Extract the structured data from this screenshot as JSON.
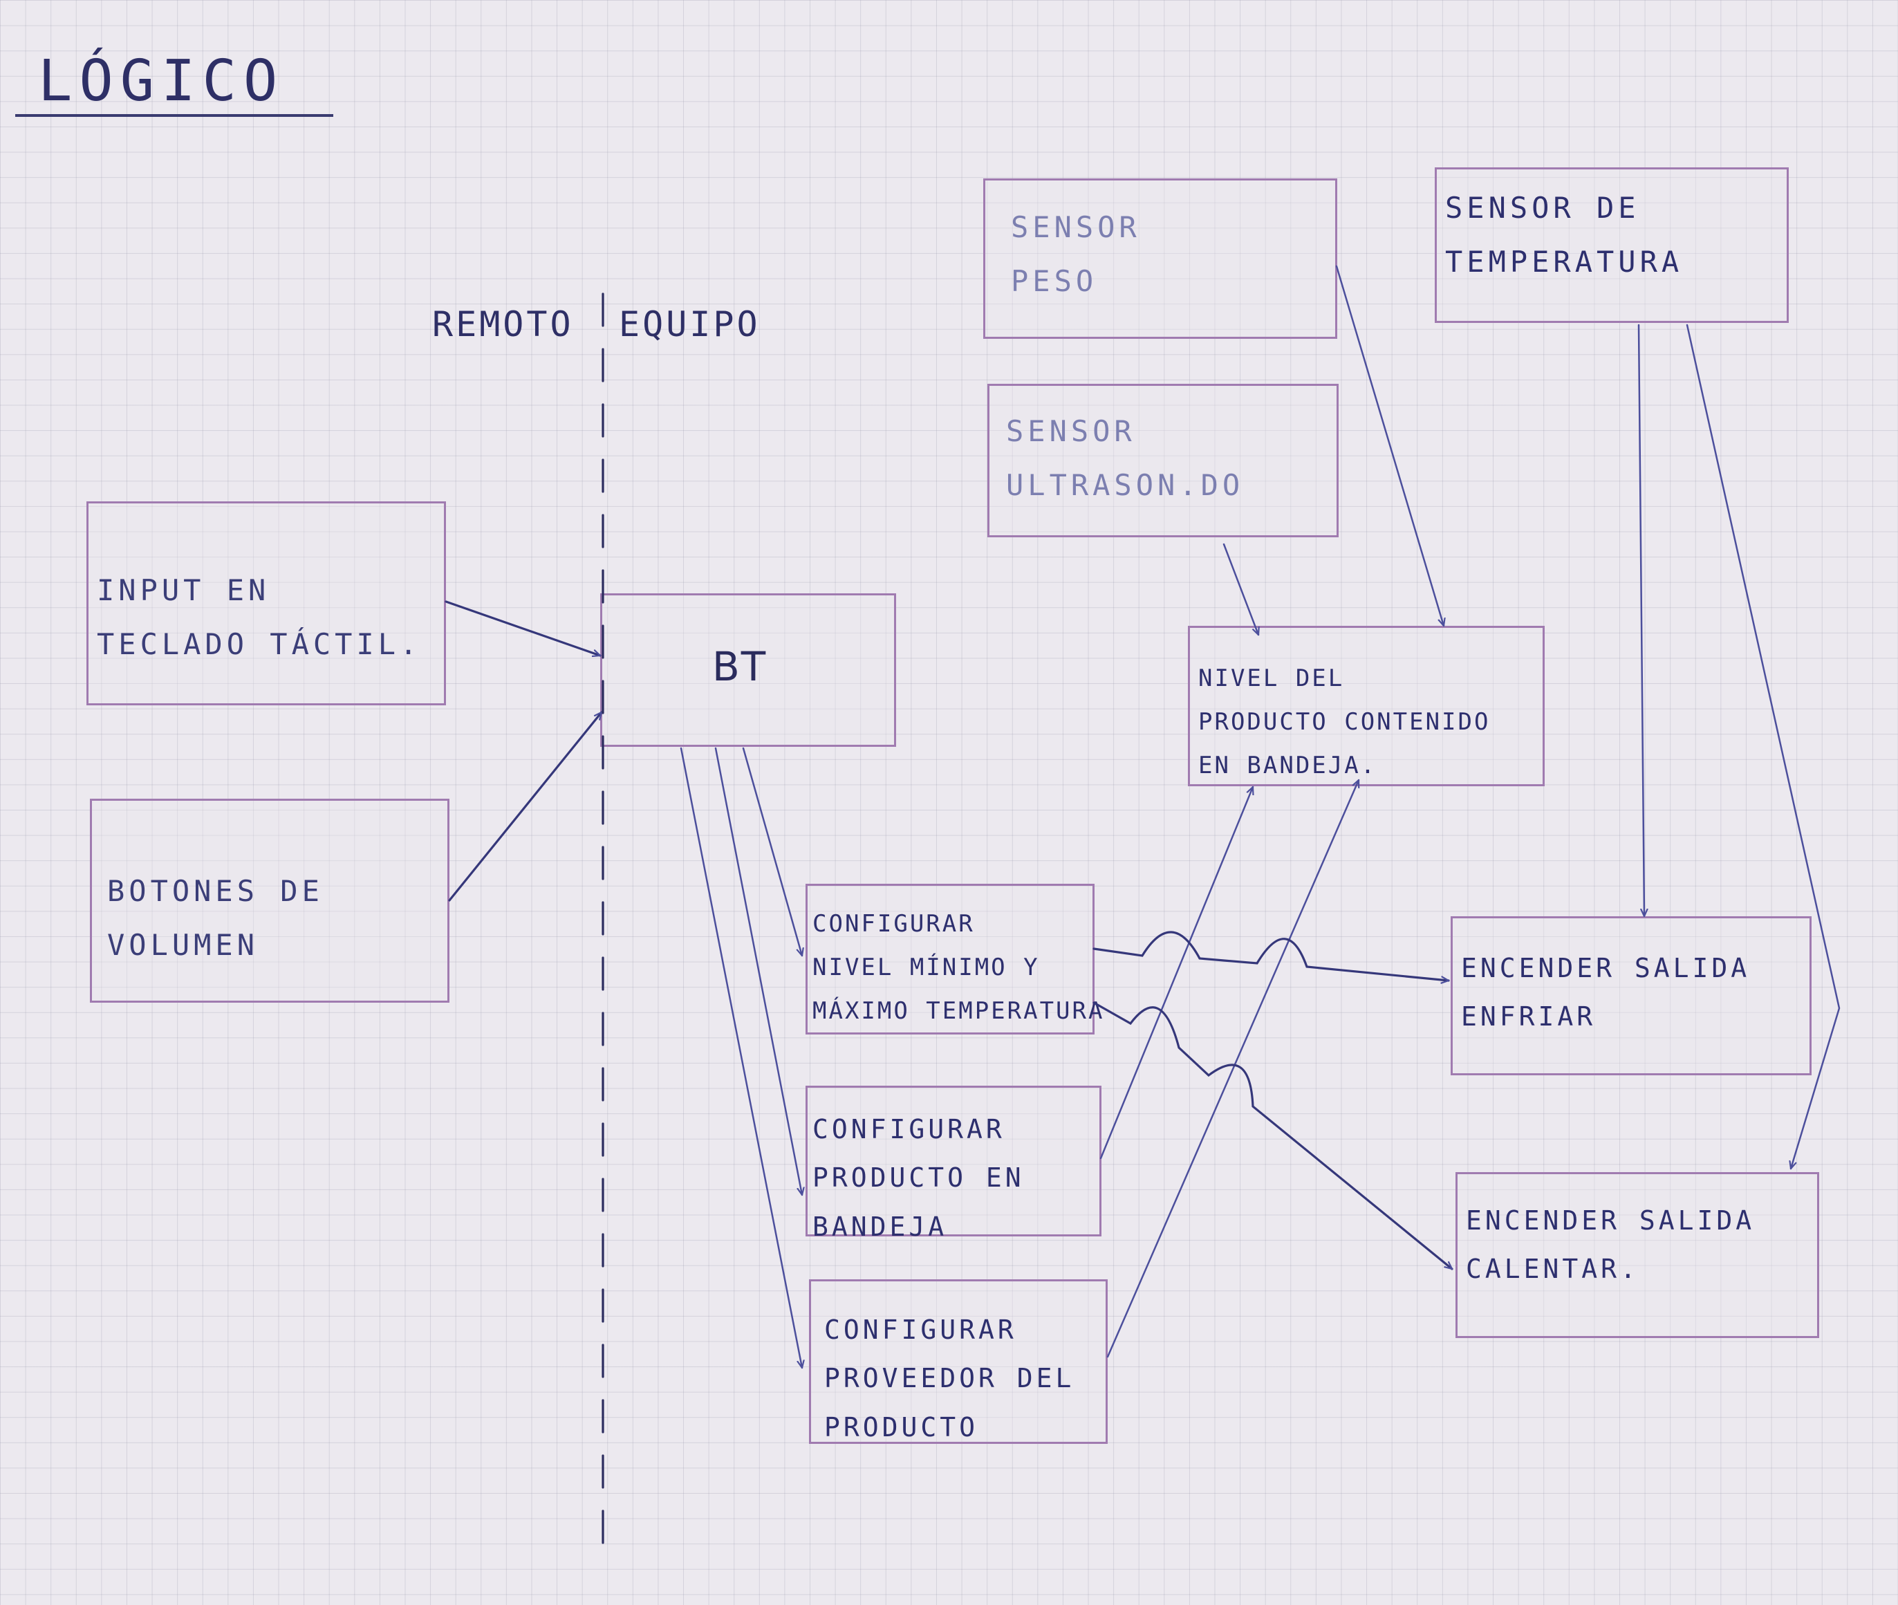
{
  "title": "LÓGICO",
  "zones": {
    "left": "REMOTO",
    "right": "EQUIPO"
  },
  "nodes": {
    "input_teclado": "INPUT EN\nTECLADO TÁCTIL.",
    "botones_volumen": "BOTONES DE\nVOLUMEN",
    "bt": "BT",
    "sensor_peso": "SENSOR\nPESO",
    "sensor_ultrasonido": "SENSOR\nULTRASON.DO",
    "sensor_temperatura": "SENSOR DE\nTEMPERATURA",
    "nivel_producto": "NIVEL DEL\nPRODUCTO CONTENIDO\nEN BANDEJA.",
    "config_temperatura": "CONFIGURAR\nNIVEL MÍNIMO Y\nMÁXIMO TEMPERATURA",
    "config_producto": "CONFIGURAR\nPRODUCTO EN\nBANDEJA",
    "config_proveedor": "CONFIGURAR\nPROVEEDOR DEL\nPRODUCTO",
    "salida_enfriar": "ENCENDER SALIDA\nENFRIAR",
    "salida_calentar": "ENCENDER SALIDA\nCALENTAR."
  },
  "colors": {
    "ink": "#2d2f6e",
    "box_border": "#a07bb0",
    "arrow": "#4c4f9c",
    "paper": "#ece9ef"
  }
}
